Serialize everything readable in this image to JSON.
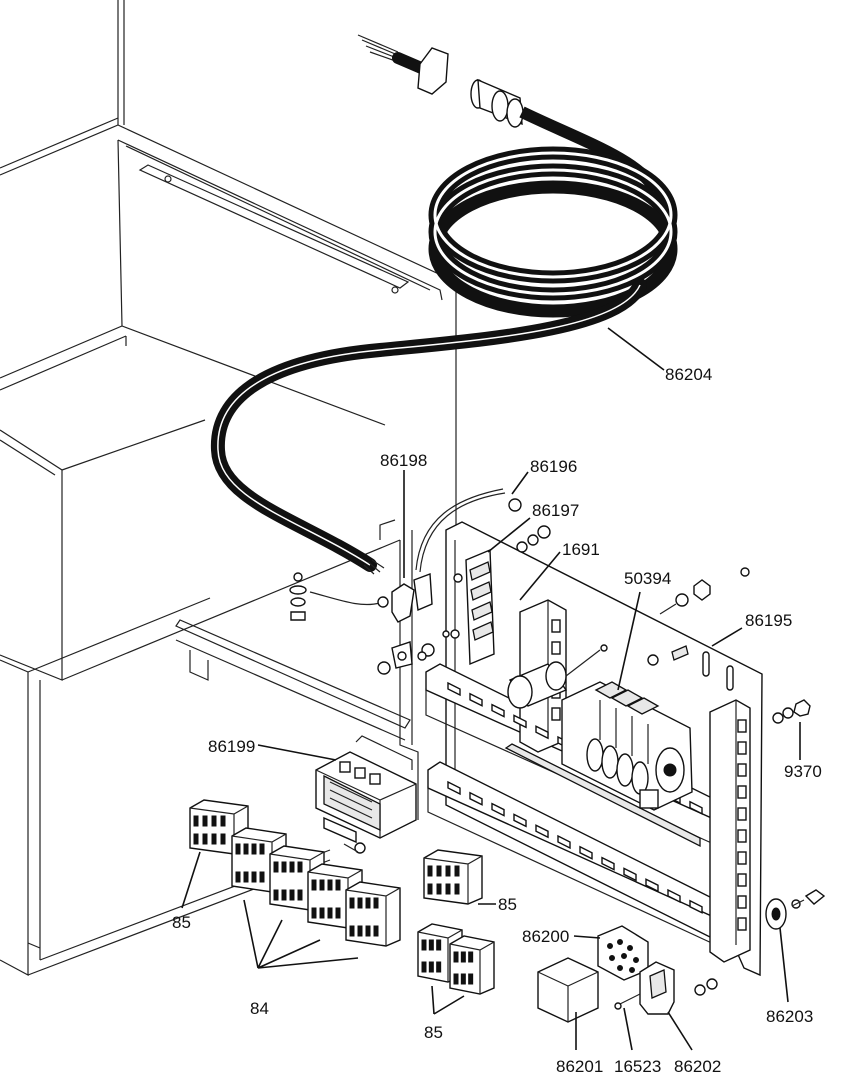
{
  "diagram": {
    "callouts": [
      {
        "id": "c-86204",
        "text": "86204"
      },
      {
        "id": "c-86198",
        "text": "86198"
      },
      {
        "id": "c-86196",
        "text": "86196"
      },
      {
        "id": "c-86197",
        "text": "86197"
      },
      {
        "id": "c-1691",
        "text": "1691"
      },
      {
        "id": "c-50394",
        "text": "50394"
      },
      {
        "id": "c-86195",
        "text": "86195"
      },
      {
        "id": "c-9370",
        "text": "9370"
      },
      {
        "id": "c-86199",
        "text": "86199"
      },
      {
        "id": "c-85a",
        "text": "85"
      },
      {
        "id": "c-85b",
        "text": "85"
      },
      {
        "id": "c-85c",
        "text": "85"
      },
      {
        "id": "c-84",
        "text": "84"
      },
      {
        "id": "c-86200",
        "text": "86200"
      },
      {
        "id": "c-86201",
        "text": "86201"
      },
      {
        "id": "c-16523",
        "text": "16523"
      },
      {
        "id": "c-86202",
        "text": "86202"
      },
      {
        "id": "c-86203",
        "text": "86203"
      }
    ]
  }
}
